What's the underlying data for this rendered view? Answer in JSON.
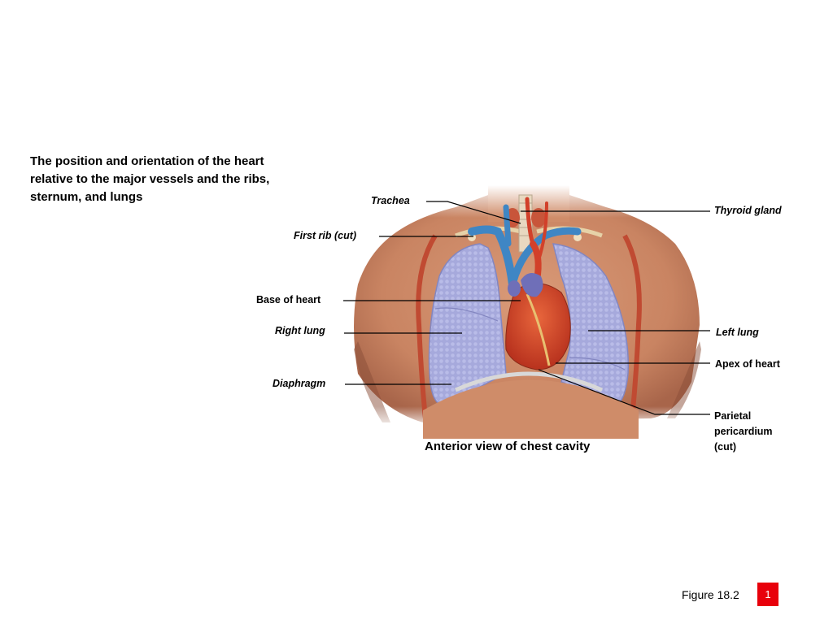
{
  "title": "The position and orientation of the heart relative to the major vessels and the ribs, sternum, and lungs",
  "labels": {
    "trachea": "Trachea",
    "thyroid_gland": "Thyroid gland",
    "first_rib": "First rib (cut)",
    "base_of_heart": "Base of heart",
    "right_lung": "Right lung",
    "left_lung": "Left lung",
    "apex_of_heart": "Apex of heart",
    "diaphragm": "Diaphragm",
    "parietal_line1": "Parietal",
    "parietal_line2": "pericardium",
    "parietal_line3": "(cut)"
  },
  "caption": "Anterior view of chest cavity",
  "figure_ref": "Figure 18.2",
  "page_number": "1"
}
